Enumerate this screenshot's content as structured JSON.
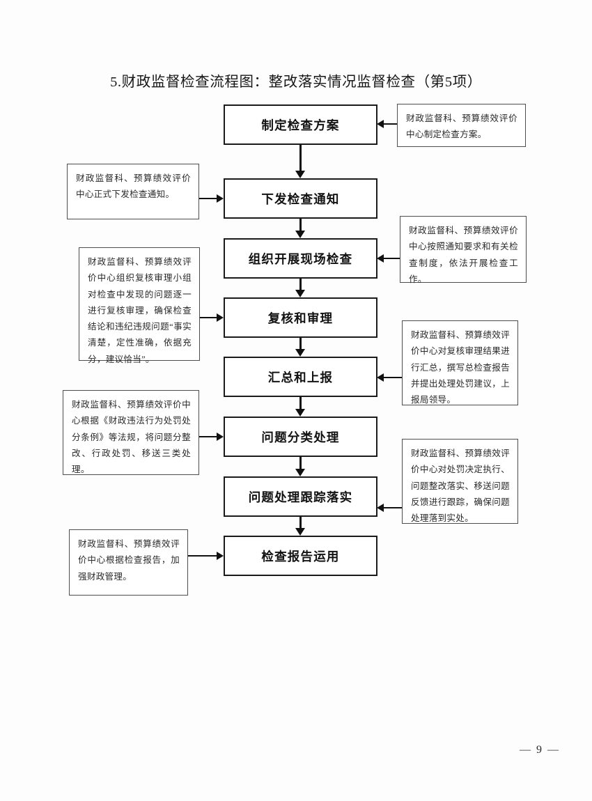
{
  "document": {
    "title": "5.财政监督检查流程图：整改落实情况监督检查（第5项）",
    "page_footer": "— 9 —"
  },
  "flow": {
    "steps": [
      {
        "id": "plan",
        "label": "制定检查方案"
      },
      {
        "id": "notice",
        "label": "下发检查通知"
      },
      {
        "id": "onsite",
        "label": "组织开展现场检查"
      },
      {
        "id": "review",
        "label": "复核和审理"
      },
      {
        "id": "summary",
        "label": "汇总和上报"
      },
      {
        "id": "classify",
        "label": "问题分类处理"
      },
      {
        "id": "followup",
        "label": "问题处理跟踪落实"
      },
      {
        "id": "report-use",
        "label": "检查报告运用"
      }
    ]
  },
  "notes": {
    "right": [
      {
        "id": "note-plan",
        "target": "制定检查方案",
        "text": "财政监督科、预算绩效评价中心制定检查方案。"
      },
      {
        "id": "note-onsite",
        "target": "组织开展现场检查",
        "text": "财政监督科、预算绩效评价中心按照通知要求和有关检查制度，依法开展检查工作。"
      },
      {
        "id": "note-summary",
        "target": "汇总和上报",
        "text": "财政监督科、预算绩效评价中心对复核审理结果进行汇总，撰写总检查报告并提出处理处罚建议，上报局领导。"
      },
      {
        "id": "note-followup",
        "target": "问题处理跟踪落实",
        "text": "财政监督科、预算绩效评价中心对处罚决定执行、问题整改落实、移送问题反馈进行跟踪，确保问题处理落到实处。"
      }
    ],
    "left": [
      {
        "id": "note-notice",
        "target": "下发检查通知",
        "text": "财政监督科、预算绩效评价中心正式下发检查通知。"
      },
      {
        "id": "note-review",
        "target": "复核和审理",
        "text": "财政监督科、预算绩效评价中心组织复核审理小组对检查中发现的问题逐一进行复核审理，确保检查结论和违纪违规问题“事实清楚，定性准确，依据充分，建议恰当”。"
      },
      {
        "id": "note-classify",
        "target": "问题分类处理",
        "text": "财政监督科、预算绩效评价中心根据《财政违法行为处罚处分条例》等法规，将问题分整改、行政处罚、移送三类处理。"
      },
      {
        "id": "note-reportuse",
        "target": "检查报告运用",
        "text": "财政监督科、预算绩效评价中心根据检查报告，加强财政管理。"
      }
    ]
  },
  "colors": {
    "box_border": "#1a1a1a",
    "note_border": "#4d4d4d",
    "connector": "#111111",
    "background": "#ffffff"
  }
}
